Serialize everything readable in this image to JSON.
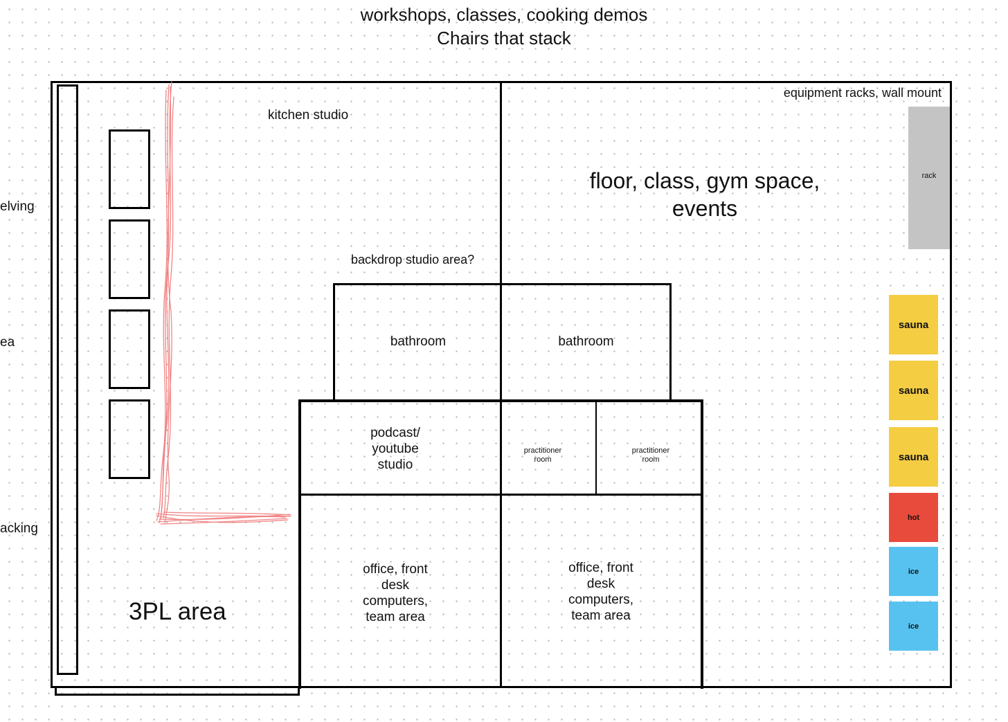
{
  "header": {
    "line1": "workshops, classes, cooking demos",
    "line2": "Chairs that stack"
  },
  "left_margin_labels": {
    "shelving": "elving",
    "area": "ea",
    "packing": "acking"
  },
  "zones": {
    "kitchen_studio": "kitchen studio",
    "floor_space_line1": "floor, class,  gym space,",
    "floor_space_line2": "events",
    "equipment_racks": "equipment racks, wall mount",
    "backdrop": "backdrop studio area?",
    "bathroom_left": "bathroom",
    "bathroom_right": "bathroom",
    "podcast_line1": "podcast/",
    "podcast_line2": "youtube",
    "podcast_line3": "studio",
    "practitioner_left_line1": "practitioner",
    "practitioner_left_line2": "room",
    "practitioner_right_line1": "practitioner",
    "practitioner_right_line2": "room",
    "office_left_line1": "office, front",
    "office_left_line2": "desk",
    "office_left_line3": "computers,",
    "office_left_line4": "team area",
    "office_right_line1": "office, front",
    "office_right_line2": "desk",
    "office_right_line3": "computers,",
    "office_right_line4": "team area",
    "threepl": "3PL area"
  },
  "stickies": {
    "rack": "rack",
    "sauna1": "sauna",
    "sauna2": "sauna",
    "sauna3": "sauna",
    "hot": "hot",
    "ice1": "ice",
    "ice2": "ice"
  },
  "colors": {
    "rack": "#c4c4c4",
    "sauna": "#f4cd43",
    "hot": "#e84b3c",
    "ice": "#57c2f0",
    "sketch": "#f07878"
  }
}
